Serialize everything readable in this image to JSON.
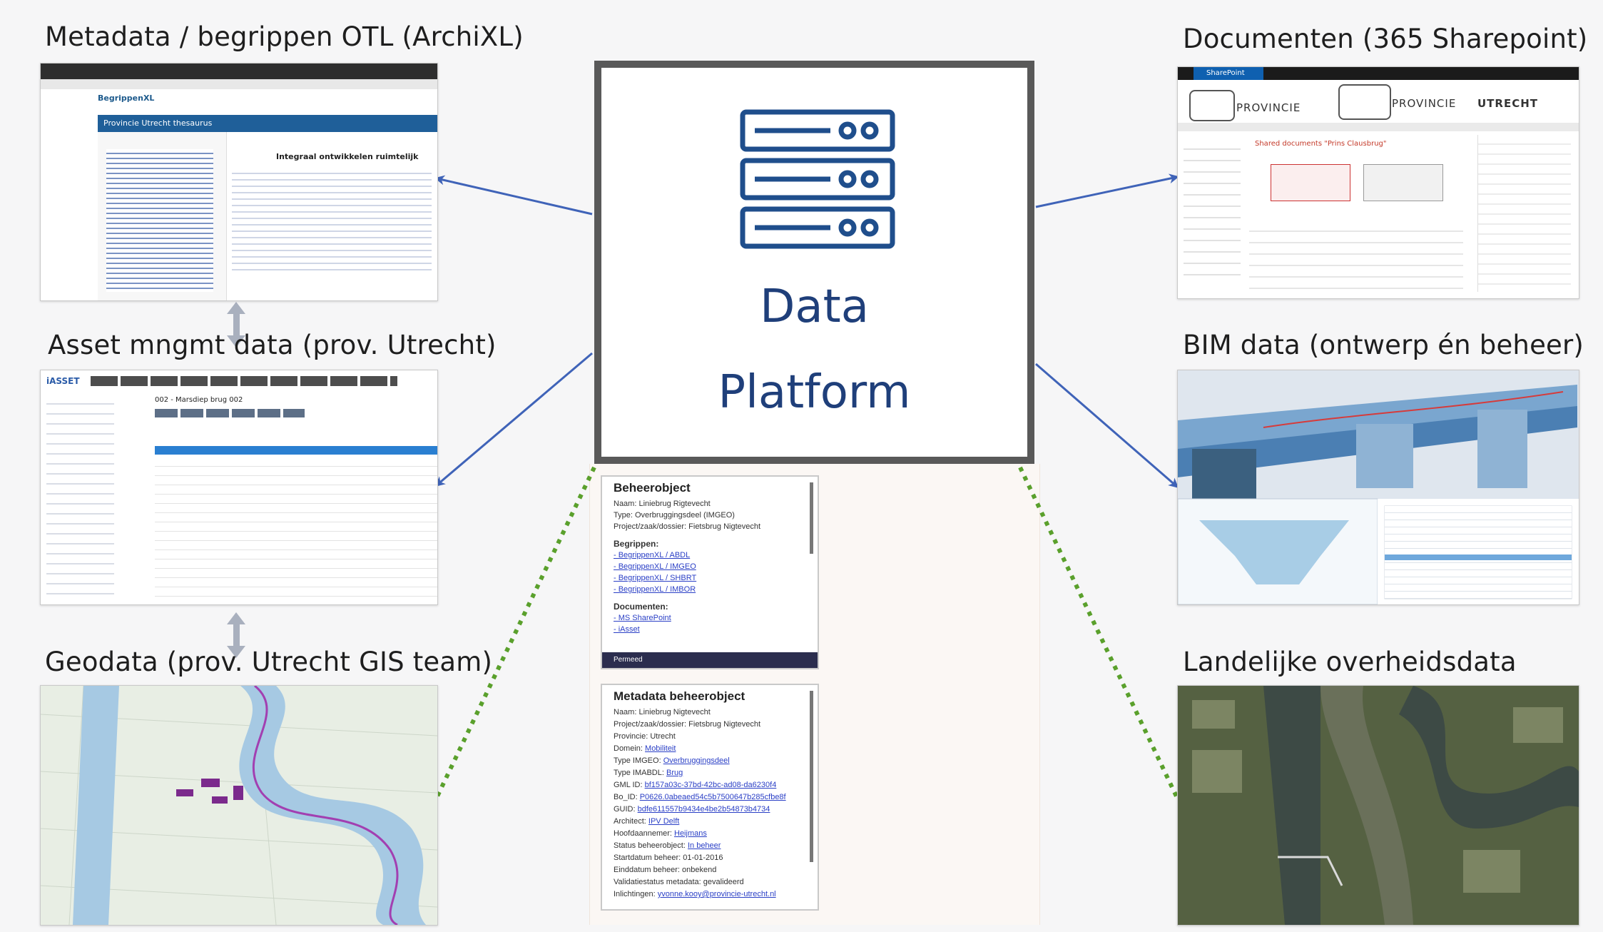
{
  "center": {
    "line1": "Data",
    "line2": "Platform",
    "icon": "server-rack-icon",
    "icon_color": "#1f4e8c"
  },
  "sources": {
    "otl": {
      "title": "Metadata / begrippen OTL (ArchiXL)",
      "app_name": "BegrippenXL",
      "header": "Provincie Utrecht thesaurus",
      "term": "Integraal ontwikkelen ruimtelijk"
    },
    "asset": {
      "title": "Asset mngmt data (prov. Utrecht)",
      "logo": "iASSET",
      "object": "002 - Marsdiep brug 002"
    },
    "geo": {
      "title": "Geodata (prov. Utrecht GIS team)"
    },
    "docs": {
      "title": "Documenten (365 Sharepoint)",
      "app": "SharePoint",
      "org1": "PROVINCIE",
      "org2": "PROVINCIE",
      "org3": "UTRECHT",
      "shared": "Shared documents \"Prins Clausbrug\""
    },
    "bim": {
      "title": "BIM data (ontwerp én beheer)"
    },
    "national": {
      "title": "Landelijke overheidsdata"
    }
  },
  "object_panel": {
    "heading": "Beheerobject",
    "lines": [
      "Naam: Liniebrug Rigtevecht",
      "Type: Overbruggingsdeel (IMGEO)",
      "Project/zaak/dossier: Fietsbrug Nigtevecht"
    ],
    "begrippen_label": "Begrippen:",
    "begrippen": [
      "- BegrippenXL / ABDL",
      "- BegrippenXL / IMGEO",
      "- BegrippenXL / SHBRT",
      "- BegrippenXL / IMBOR"
    ],
    "documenten_label": "Documenten:",
    "documenten": [
      "- MS SharePoint",
      "- iAsset"
    ],
    "footer": "Permeed"
  },
  "meta_panel": {
    "heading": "Metadata beheerobject",
    "rows": [
      {
        "label": "Naam:",
        "value": "Liniebrug Nigtevecht",
        "link": false
      },
      {
        "label": "Project/zaak/dossier:",
        "value": "Fietsbrug Nigtevecht",
        "link": false
      },
      {
        "label": "Provincie:",
        "value": "Utrecht",
        "link": false
      },
      {
        "label": "Domein:",
        "value": "Mobiliteit",
        "link": true
      },
      {
        "label": "Type IMGEO:",
        "value": "Overbruggingsdeel",
        "link": true
      },
      {
        "label": "Type IMABDL:",
        "value": "Brug",
        "link": true
      },
      {
        "label": "GML ID:",
        "value": "bf157a03c-37bd-42bc-ad08-da6230f4",
        "link": true
      },
      {
        "label": "Bo_ID:",
        "value": "P0626.0abeaed54c5b7500647b285cfbe8f",
        "link": true
      },
      {
        "label": "GUID:",
        "value": "bdfe611557b9434e4be2b54873b4734",
        "link": true
      },
      {
        "label": "Architect:",
        "value": "IPV Delft",
        "link": true
      },
      {
        "label": "Hoofdaannemer:",
        "value": "Heijmans",
        "link": true
      },
      {
        "label": "Status beheerobject:",
        "value": "In beheer",
        "link": true
      },
      {
        "label": "Startdatum beheer:",
        "value": "01-01-2016",
        "link": false
      },
      {
        "label": "Einddatum beheer:",
        "value": "onbekend",
        "link": false
      },
      {
        "label": "Validatiestatus metadata:",
        "value": "gevalideerd",
        "link": false
      },
      {
        "label": "Inlichtingen:",
        "value": "yvonne.kooy@provincie-utrecht.nl",
        "link": true
      }
    ]
  },
  "colors": {
    "arrow": "#3f63b8",
    "dotted": "#5aa02c",
    "center_border": "#595959",
    "title_text": "#1f3f7a"
  }
}
